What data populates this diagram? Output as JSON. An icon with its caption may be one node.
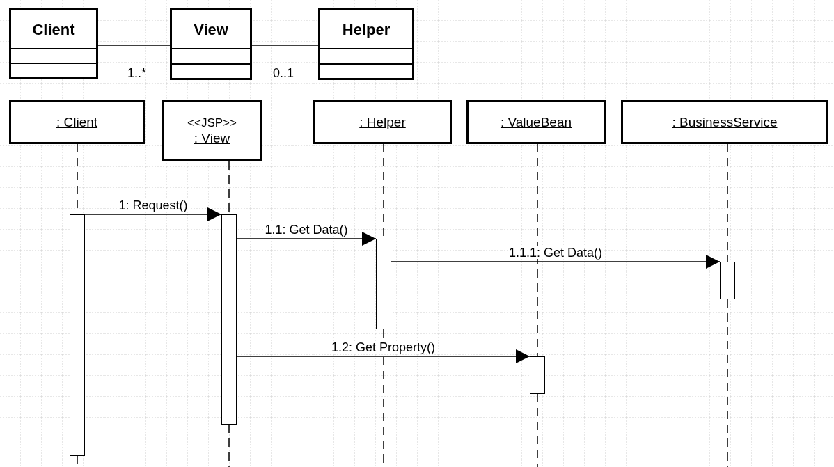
{
  "diagram": {
    "nodes": [
      {
        "text": [
          "Client"
        ]
      },
      {
        "text": [
          "View"
        ]
      },
      {
        "text": [
          "Helper"
        ]
      },
      {
        "text": [
          ": Client"
        ]
      },
      {
        "text": [
          "<<JSP>>",
          ": View"
        ]
      },
      {
        "text": [
          ": Helper"
        ]
      },
      {
        "text": [
          ": ValueBean"
        ]
      },
      {
        "text": [
          ": BusinessService"
        ]
      },
      {
        "text": [],
        "shape": "bar"
      },
      {
        "text": [],
        "shape": "bar"
      },
      {
        "text": [],
        "shape": "bar"
      },
      {
        "text": [],
        "shape": "bar"
      },
      {
        "text": [],
        "shape": "bar"
      }
    ],
    "edges": [
      {
        "from": 0,
        "to": 1,
        "arrow": "none"
      },
      {
        "from": 1,
        "to": 2,
        "arrow": "none"
      },
      {
        "from": 3,
        "to": 8,
        "arrow": "none",
        "style": "dashed"
      },
      {
        "from": 4,
        "to": 9,
        "arrow": "none",
        "style": "dashed"
      },
      {
        "from": 5,
        "to": 10,
        "arrow": "none",
        "style": "dashed"
      },
      {
        "from": 6,
        "to": 12,
        "arrow": "none",
        "style": "dashed"
      },
      {
        "from": 7,
        "to": 11,
        "arrow": "none",
        "style": "dashed"
      },
      {
        "from": 8,
        "to": null,
        "arrow": "none",
        "style": "dashed"
      },
      {
        "from": 9,
        "to": null,
        "arrow": "none",
        "style": "dashed"
      },
      {
        "from": 10,
        "to": null,
        "arrow": "none",
        "style": "dashed"
      },
      {
        "from": 12,
        "to": null,
        "arrow": "none",
        "style": "dashed"
      },
      {
        "from": 11,
        "to": null,
        "arrow": "none",
        "style": "dashed"
      },
      {
        "from": 8,
        "to": 9,
        "arrow": "to",
        "label": "1: Request()"
      },
      {
        "from": 9,
        "to": 10,
        "arrow": "to",
        "label": "1.1: Get Data()"
      },
      {
        "from": 10,
        "to": 11,
        "arrow": "to",
        "label": "1.1.1: Get Data()"
      },
      {
        "from": 9,
        "to": 12,
        "arrow": "to",
        "label": "1.2: Get Property()"
      }
    ],
    "labels": [
      "1..*",
      "0..1"
    ]
  }
}
